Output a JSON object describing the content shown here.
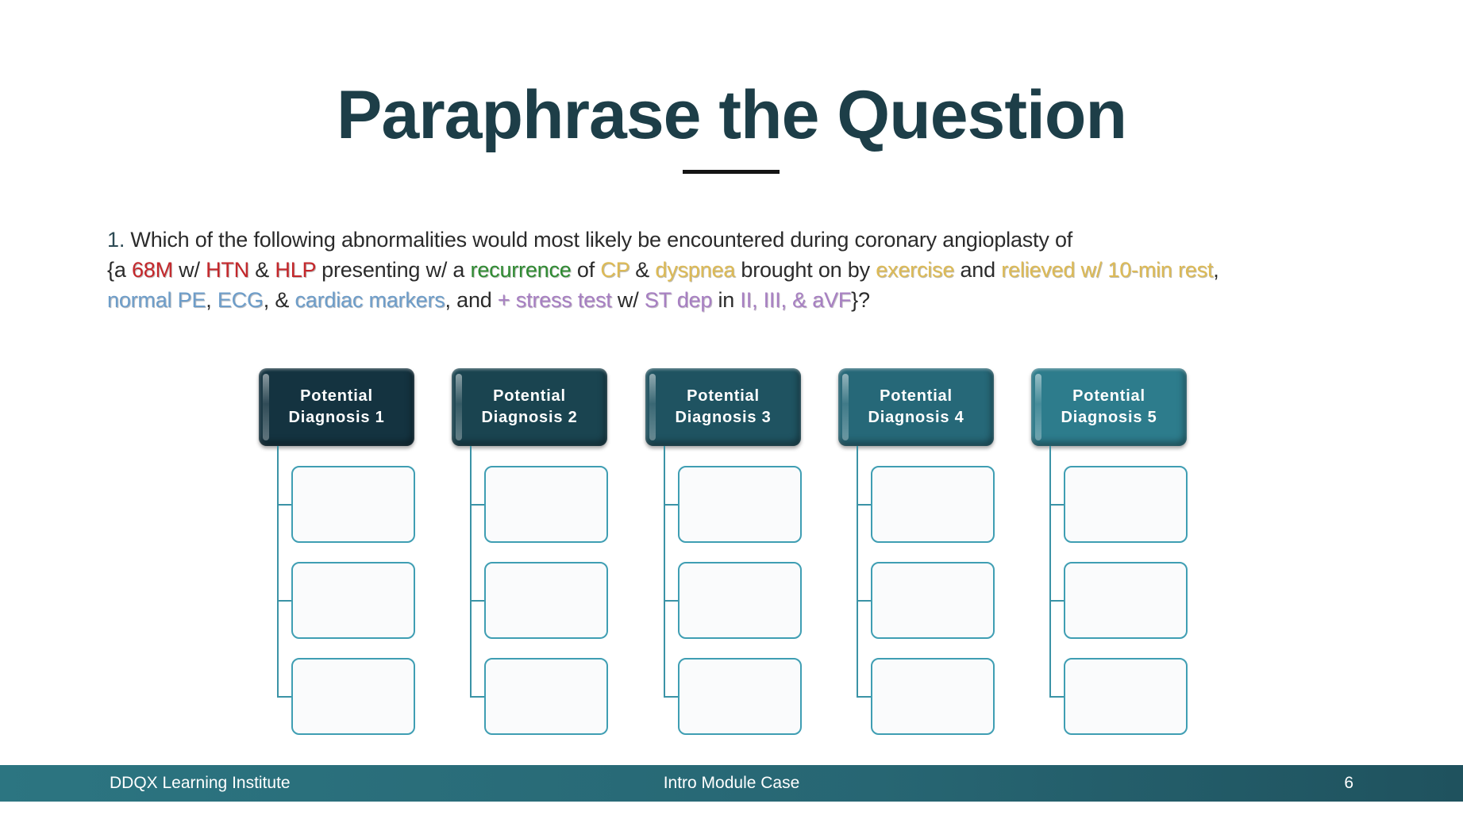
{
  "slide": {
    "title": "Paraphrase the Question",
    "footer": {
      "left": "DDQX Learning Institute",
      "center": "Intro Module Case",
      "page_number": "6"
    }
  },
  "question": {
    "segments": [
      {
        "text": "1. ",
        "style": "num"
      },
      {
        "text": "Which of the following abnormalities would most likely be encountered during coronary angioplasty of\n",
        "style": "plain"
      },
      {
        "text": "{a ",
        "style": "plain"
      },
      {
        "text": "68M",
        "style": "red"
      },
      {
        "text": " w/ ",
        "style": "plain"
      },
      {
        "text": "HTN",
        "style": "red"
      },
      {
        "text": " & ",
        "style": "plain"
      },
      {
        "text": "HLP",
        "style": "red"
      },
      {
        "text": " presenting w/ a ",
        "style": "plain"
      },
      {
        "text": "recurrence",
        "style": "green"
      },
      {
        "text": " of ",
        "style": "plain"
      },
      {
        "text": "CP",
        "style": "gold"
      },
      {
        "text": " & ",
        "style": "plain"
      },
      {
        "text": "dyspnea",
        "style": "gold"
      },
      {
        "text": " brought on by ",
        "style": "plain"
      },
      {
        "text": "exercise",
        "style": "gold"
      },
      {
        "text": " and ",
        "style": "plain"
      },
      {
        "text": "relieved w/ 10-min rest",
        "style": "gold"
      },
      {
        "text": ",\n",
        "style": "plain"
      },
      {
        "text": "normal PE",
        "style": "blue"
      },
      {
        "text": ", ",
        "style": "plain"
      },
      {
        "text": "ECG",
        "style": "blue"
      },
      {
        "text": ", & ",
        "style": "plain"
      },
      {
        "text": "cardiac markers",
        "style": "blue"
      },
      {
        "text": ", and ",
        "style": "plain"
      },
      {
        "text": "+ stress test",
        "style": "purple"
      },
      {
        "text": " w/ ",
        "style": "plain"
      },
      {
        "text": "ST dep",
        "style": "purple"
      },
      {
        "text": " in ",
        "style": "plain"
      },
      {
        "text": "II, III, & aVF",
        "style": "purple"
      },
      {
        "text": "}?",
        "style": "plain"
      }
    ]
  },
  "diagram": {
    "columns": [
      {
        "label": "Potential Diagnosis 1",
        "color": "#143340",
        "empty_boxes": 3
      },
      {
        "label": "Potential Diagnosis 2",
        "color": "#1a4450",
        "empty_boxes": 3
      },
      {
        "label": "Potential Diagnosis 3",
        "color": "#1f5361",
        "empty_boxes": 3
      },
      {
        "label": "Potential Diagnosis 4",
        "color": "#266878",
        "empty_boxes": 3
      },
      {
        "label": "Potential Diagnosis 5",
        "color": "#2d7c8c",
        "empty_boxes": 3
      }
    ]
  },
  "colors": {
    "title": "#1d3e48",
    "underline": "#141414",
    "body_text": "#2b2b2b",
    "number_prefix": "#2d4a54",
    "red": "#c4272b",
    "green": "#2f8a32",
    "gold": "#ddba55",
    "blue": "#6d9dc9",
    "purple": "#a77fc2",
    "connector": "#3b93a6",
    "empty_box_border": "#3f9eb3",
    "footer_gradient_left": "#2c7581",
    "footer_gradient_mid": "#276673",
    "footer_gradient_right": "#1f525e"
  }
}
